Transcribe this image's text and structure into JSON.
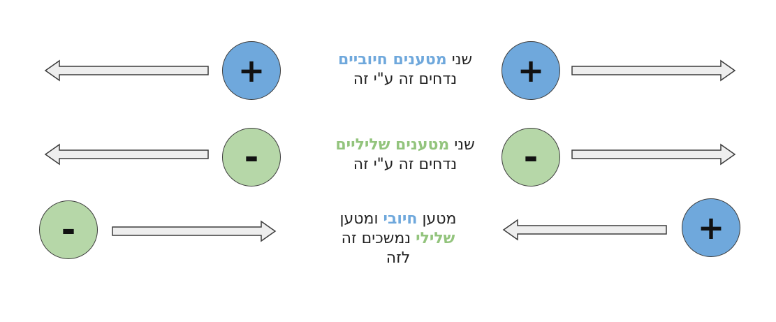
{
  "colors": {
    "positive_fill": "#6fa8dc",
    "negative_fill": "#b6d7a8",
    "positive_text": "#6fa8dc",
    "negative_text": "#93c47d"
  },
  "symbols": {
    "positive": "+",
    "negative": "-"
  },
  "rows": [
    {
      "caption": {
        "l1_a": "שני ",
        "l1_hl": "מטענים חיוביים",
        "l2": "נדחים זה ע\"י זה"
      }
    },
    {
      "caption": {
        "l1_a": "שני ",
        "l1_hl": "מטענים שליליים",
        "l2": "נדחים זה ע\"י זה"
      }
    },
    {
      "caption": {
        "l1_a": "מטען ",
        "l1_hl": "חיובי",
        "l1_b": " ומטען",
        "l2_hl": "שלילי",
        "l2_b": " נמשכים זה",
        "l3": "לזה"
      }
    }
  ]
}
